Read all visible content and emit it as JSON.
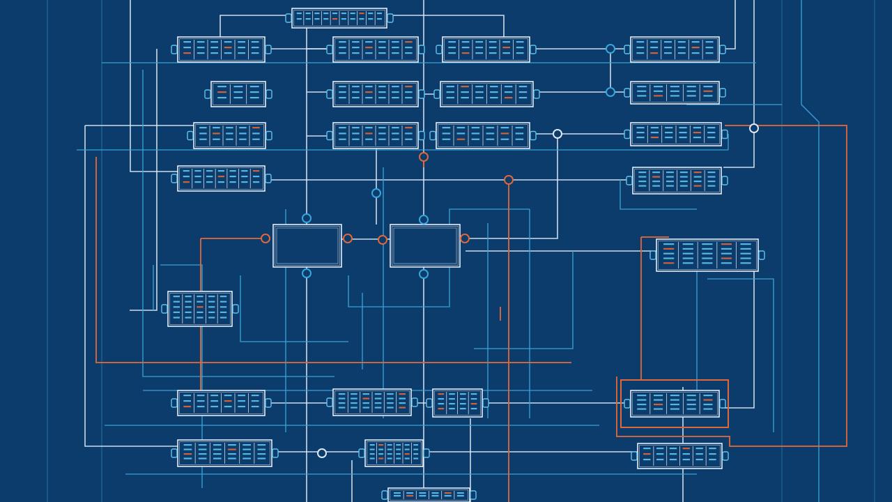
{
  "title": "",
  "theme": {
    "background": "#0c3c6b",
    "wire_white": "#dfe9f4",
    "wire_cyan": "#39a7dc",
    "wire_orange": "#e0683a",
    "block_stroke": "#e7eef7",
    "glyph_cyan": "#5fc4ef",
    "glyph_orange": "#e0683a"
  },
  "components": [
    {
      "id": "top-bus-block",
      "kind": "module",
      "cells": 10
    },
    {
      "id": "module-r1-c1",
      "kind": "module",
      "cells": 6
    },
    {
      "id": "module-r1-c2",
      "kind": "module",
      "cells": 6
    },
    {
      "id": "module-r1-c3",
      "kind": "module",
      "cells": 6
    },
    {
      "id": "module-r1-c4",
      "kind": "module",
      "cells": 6
    },
    {
      "id": "module-r2-c1",
      "kind": "module",
      "cells": 3
    },
    {
      "id": "module-r2-c2",
      "kind": "module",
      "cells": 6
    },
    {
      "id": "module-r2-c3",
      "kind": "module",
      "cells": 6
    },
    {
      "id": "module-r2-c4",
      "kind": "module",
      "cells": 5
    },
    {
      "id": "module-r3-c1",
      "kind": "module",
      "cells": 5
    },
    {
      "id": "module-r3-c2",
      "kind": "module",
      "cells": 6
    },
    {
      "id": "module-r3-c3",
      "kind": "module",
      "cells": 6
    },
    {
      "id": "module-r3-c4",
      "kind": "module",
      "cells": 6
    },
    {
      "id": "module-r4-c1",
      "kind": "module",
      "cells": 7
    },
    {
      "id": "module-r4-c4",
      "kind": "module",
      "cells": 6
    },
    {
      "id": "processor-left",
      "kind": "processor",
      "cells": 0
    },
    {
      "id": "processor-right",
      "kind": "processor",
      "cells": 0
    },
    {
      "id": "display-module",
      "kind": "module",
      "cells": 5
    },
    {
      "id": "module-mid-left",
      "kind": "module",
      "cells": 5
    },
    {
      "id": "module-r5-c1",
      "kind": "module",
      "cells": 6
    },
    {
      "id": "module-r5-c2",
      "kind": "module",
      "cells": 6
    },
    {
      "id": "module-r5-c3",
      "kind": "module",
      "cells": 4
    },
    {
      "id": "module-r5-c4",
      "kind": "module",
      "cells": 5
    },
    {
      "id": "module-r6-c1",
      "kind": "module",
      "cells": 6
    },
    {
      "id": "module-r6-c2",
      "kind": "module",
      "cells": 6
    },
    {
      "id": "module-r6-c4",
      "kind": "module",
      "cells": 6
    },
    {
      "id": "bottom-module",
      "kind": "module",
      "cells": 6
    }
  ]
}
